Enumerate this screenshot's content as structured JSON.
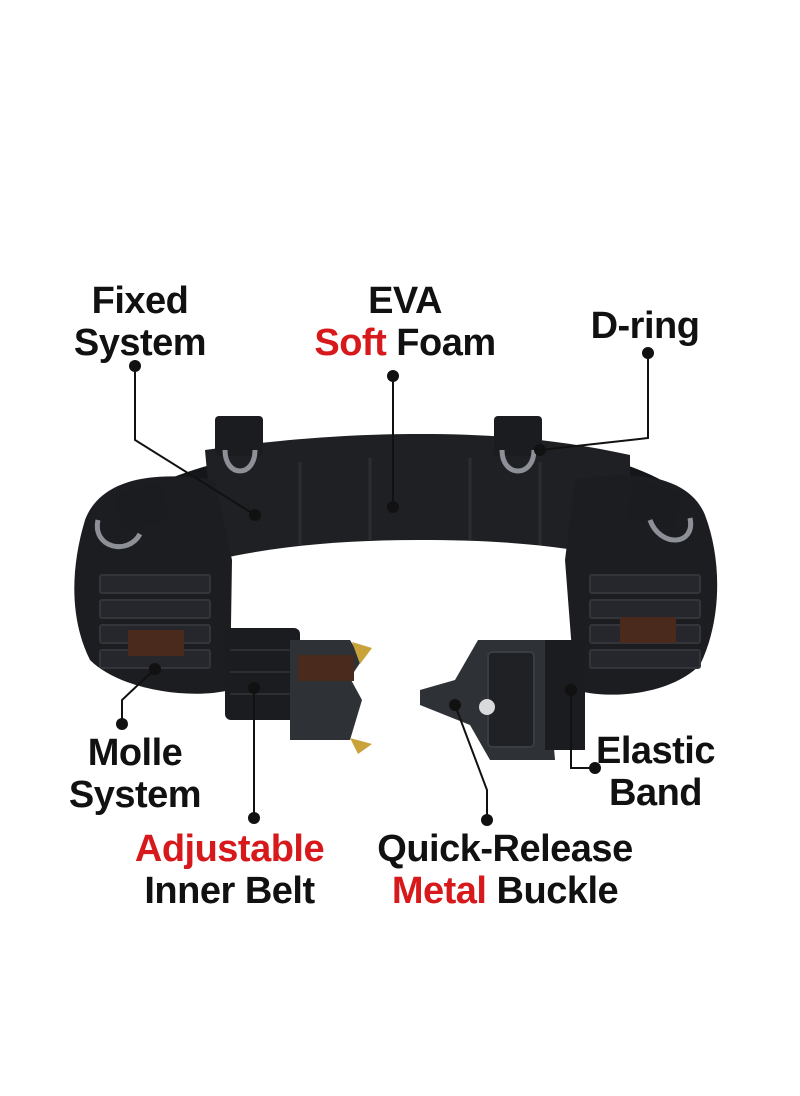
{
  "colors": {
    "background": "#ffffff",
    "text": "#111111",
    "highlight": "#d7191c",
    "belt": "#1b1c1f",
    "belt_padding": "#2b2c30",
    "hardware": "#2e3136",
    "brass": "#c9a23a",
    "patch": "#4a2a1c"
  },
  "labels": {
    "fixed_system": {
      "line1": "Fixed",
      "line2": "System"
    },
    "eva_soft_foam": {
      "line1": "EVA",
      "highlight": "Soft",
      "rest": " Foam"
    },
    "d_ring": {
      "text": "D-ring"
    },
    "molle_system": {
      "line1": "Molle",
      "line2": "System"
    },
    "adjustable_inner_belt": {
      "highlight": "Adjustable",
      "line2": "Inner Belt"
    },
    "quick_release_buckle": {
      "line1": "Quick-Release",
      "highlight": "Metal",
      "rest": " Buckle"
    },
    "elastic_band": {
      "line1": "Elastic",
      "line2": "Band"
    }
  }
}
